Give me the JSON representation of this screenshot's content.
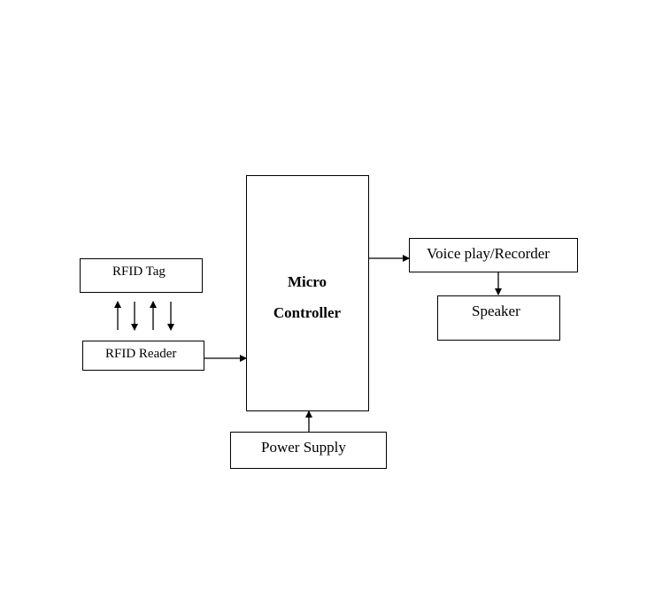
{
  "diagram": {
    "nodes": {
      "rfid_tag": {
        "label": "RFID Tag"
      },
      "rfid_reader": {
        "label": "RFID Reader"
      },
      "micro_controller": {
        "line1": "Micro",
        "line2": "Controller"
      },
      "voice_play_recorder": {
        "label": "Voice play/Recorder"
      },
      "speaker": {
        "label": "Speaker"
      },
      "power_supply": {
        "label": "Power Supply"
      }
    },
    "connections": [
      {
        "from": "rfid_tag",
        "to": "rfid_reader",
        "type": "bidirectional-multiple"
      },
      {
        "from": "rfid_reader",
        "to": "micro_controller",
        "type": "arrow"
      },
      {
        "from": "micro_controller",
        "to": "voice_play_recorder",
        "type": "double-arrow"
      },
      {
        "from": "voice_play_recorder",
        "to": "speaker",
        "type": "arrow"
      },
      {
        "from": "power_supply",
        "to": "micro_controller",
        "type": "arrow"
      }
    ]
  }
}
